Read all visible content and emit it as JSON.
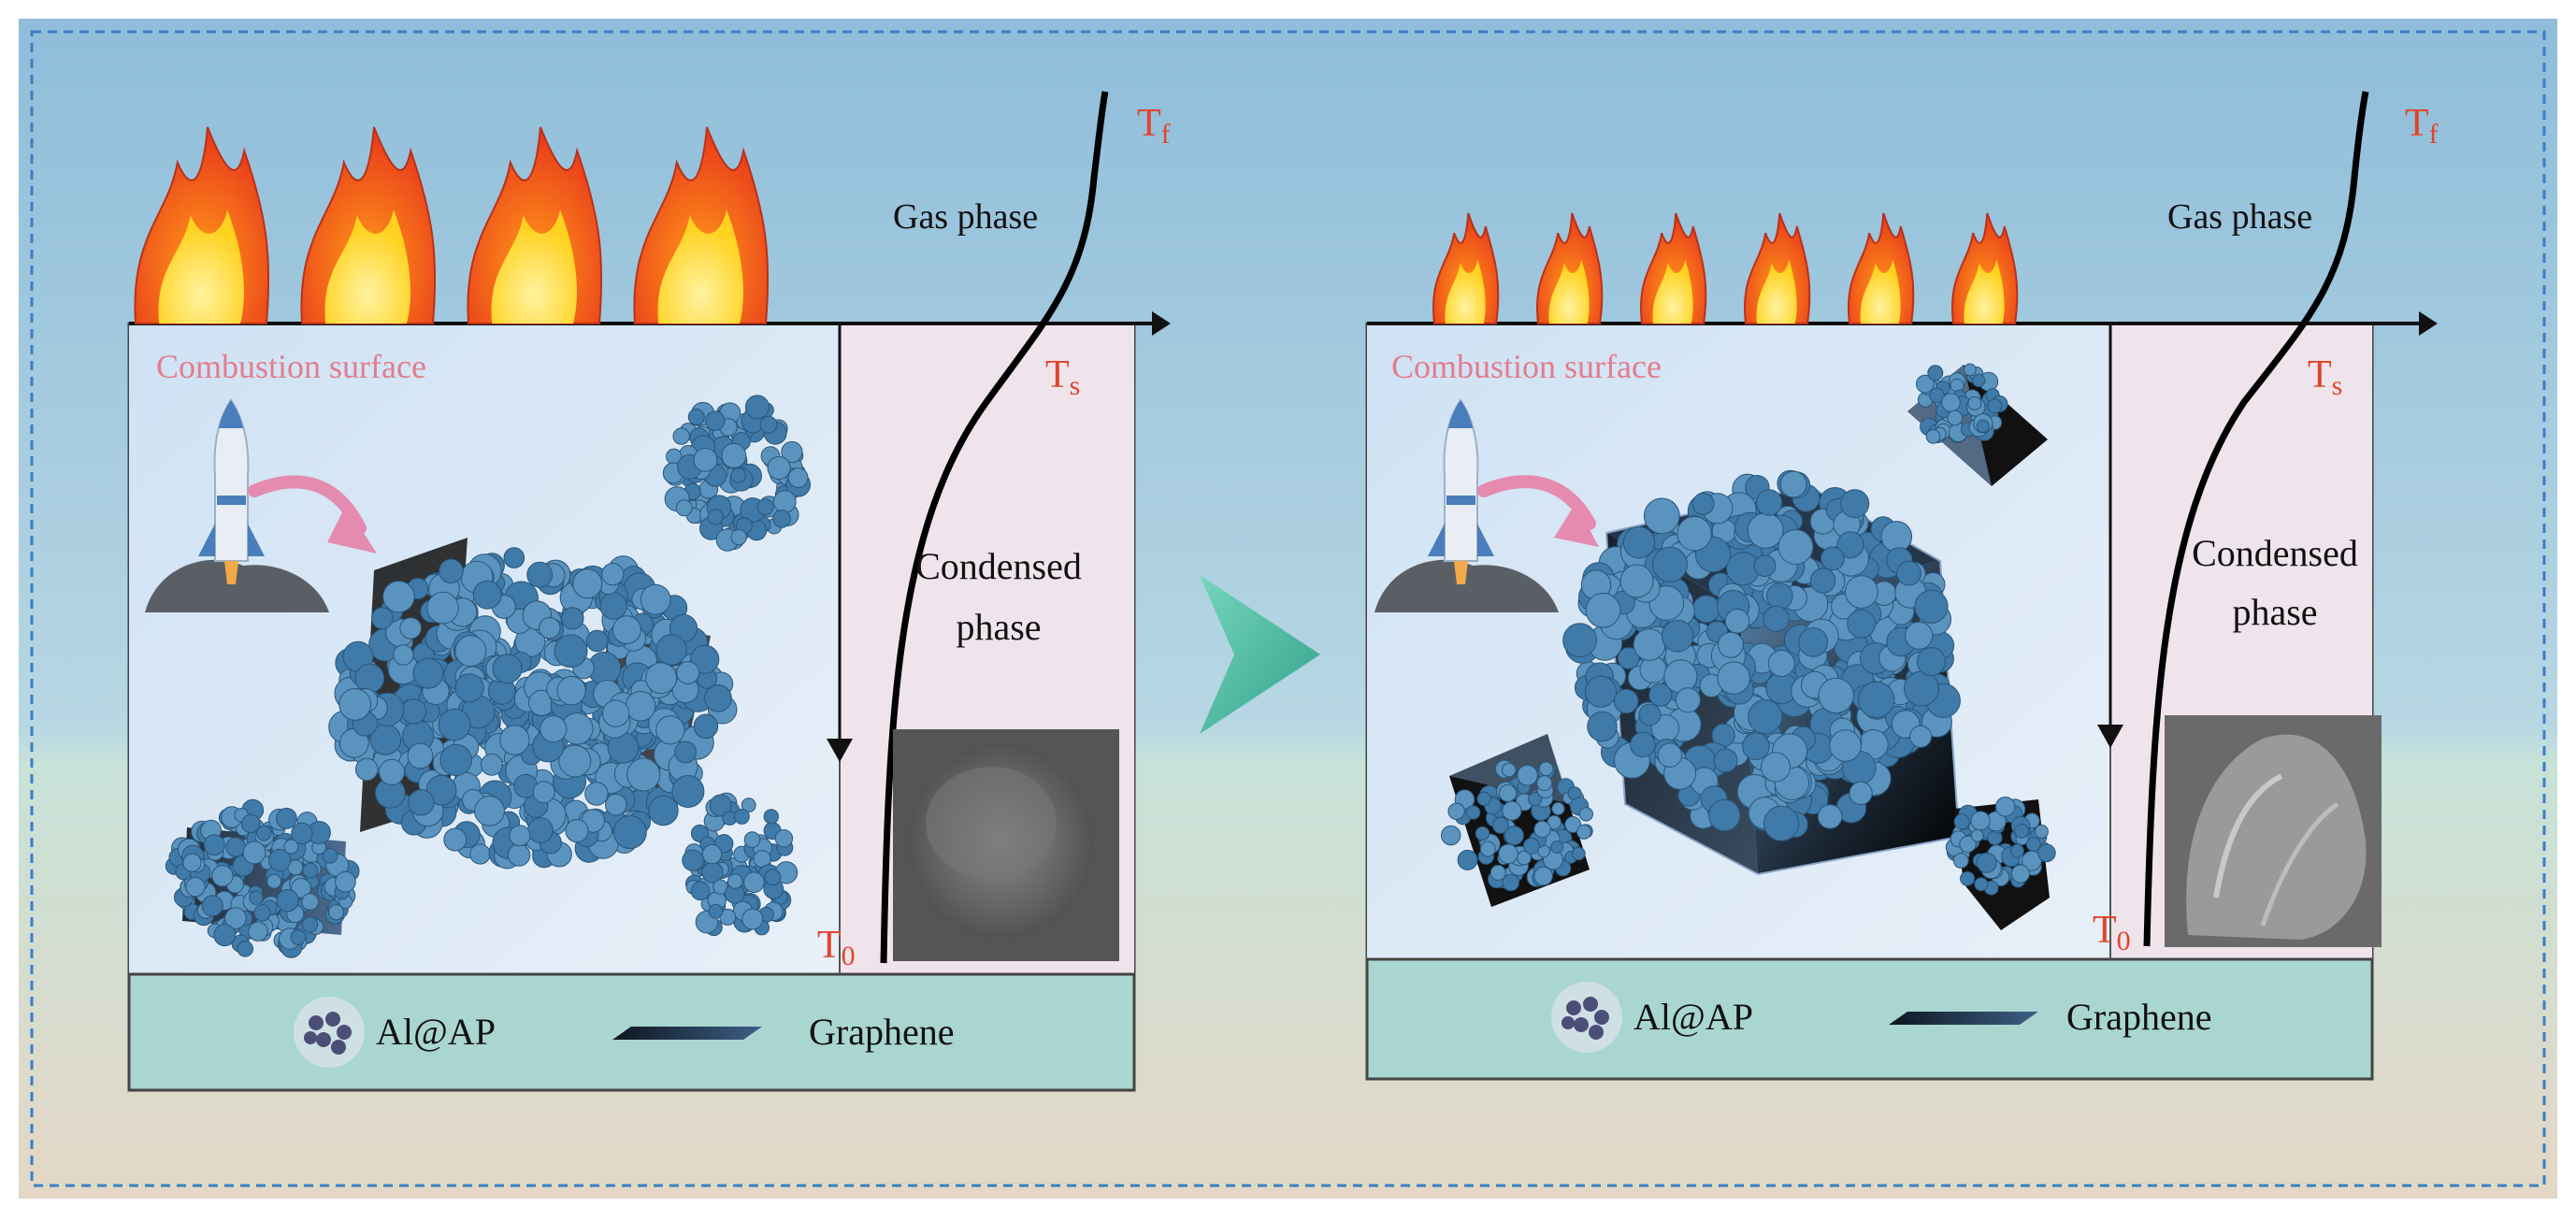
{
  "panels": [
    {
      "id": "before",
      "surface_label": "Combustion surface",
      "gas_label": "Gas phase",
      "condensed_label_line1": "Condensed",
      "condensed_label_line2": "phase",
      "temp_top": {
        "main": "T",
        "sub": "f"
      },
      "temp_surface": {
        "main": "T",
        "sub": "s"
      },
      "temp_bottom": {
        "main": "T",
        "sub": "0"
      },
      "legend_particle": "Al@AP",
      "legend_sheet": "Graphene",
      "flame_count": 4
    },
    {
      "id": "after",
      "surface_label": "Combustion surface",
      "gas_label": "Gas phase",
      "condensed_label_line1": "Condensed",
      "condensed_label_line2": "phase",
      "temp_top": {
        "main": "T",
        "sub": "f"
      },
      "temp_surface": {
        "main": "T",
        "sub": "s"
      },
      "temp_bottom": {
        "main": "T",
        "sub": "0"
      },
      "legend_particle": "Al@AP",
      "legend_sheet": "Graphene",
      "flame_count": 6
    }
  ],
  "colors": {
    "surface_label": "#e27d8e",
    "temperature_label": "#e0452b",
    "panel_fill": "#dbe9f7",
    "legend_fill": "#b6dfd9",
    "condensed_fill": "#efe4ec",
    "arrow_teal": "#4cc3a5",
    "particle_blue": "#3f7aa8",
    "border_dash": "#3b7ec6"
  }
}
